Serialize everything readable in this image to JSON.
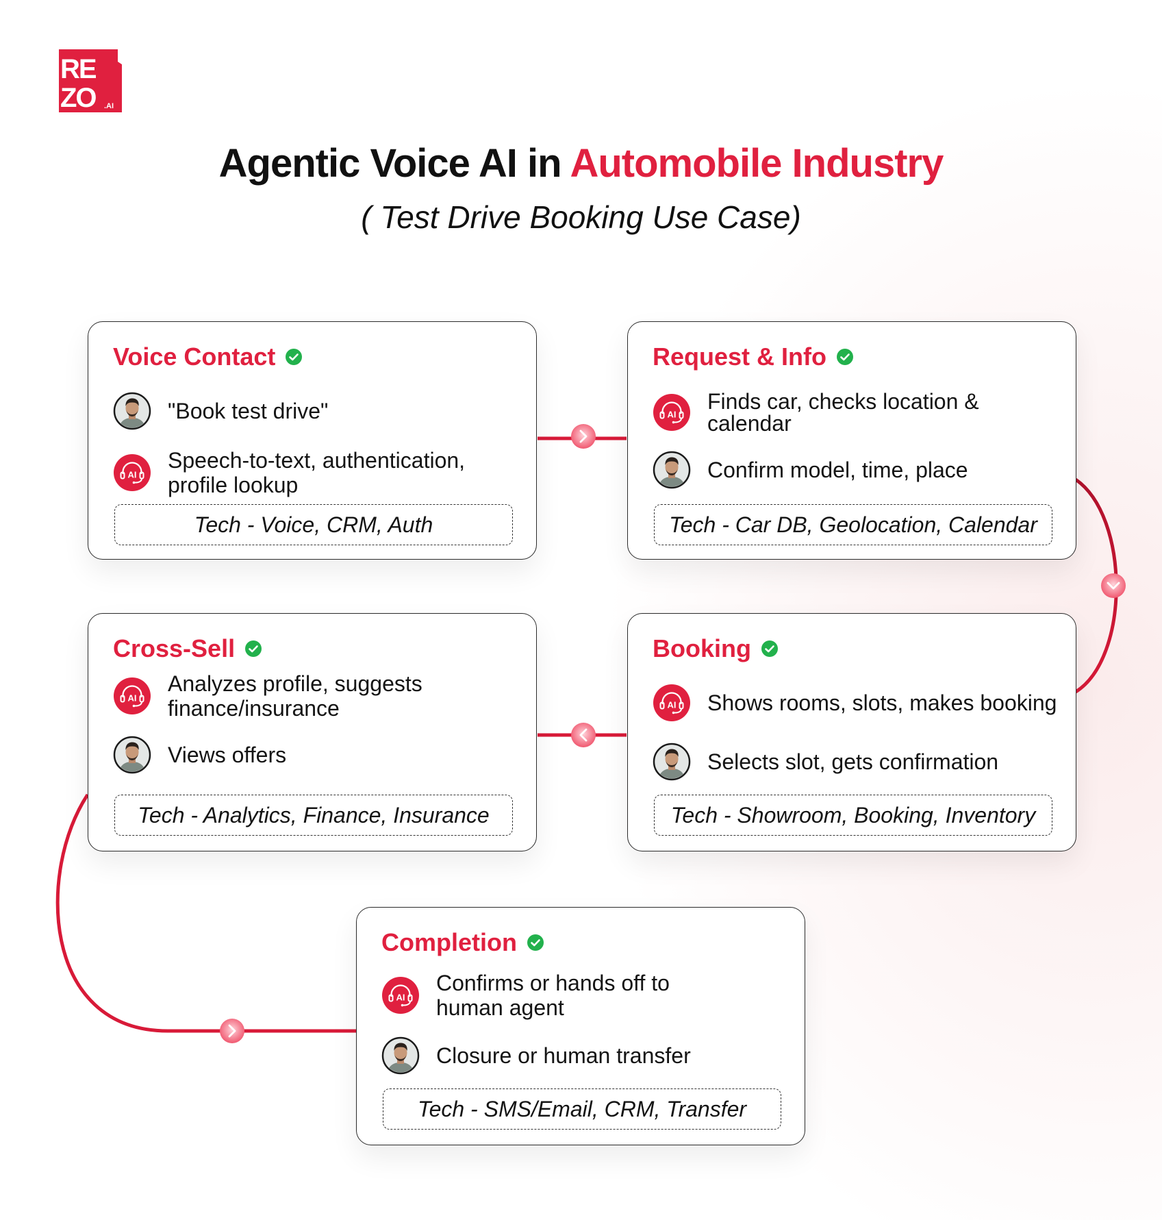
{
  "brand": {
    "logo_line1": "RE",
    "logo_line2": "ZO",
    "logo_suffix": ".AI",
    "color": "#e0203f"
  },
  "header": {
    "title_part1": "Agentic Voice AI in ",
    "title_accent": "Automobile Industry",
    "subtitle": "( Test Drive Booking Use Case)"
  },
  "icons": {
    "user": "user-avatar-icon",
    "ai": "ai-headset-icon",
    "status": "green-check-icon",
    "flow": "chevron-arrow-icon"
  },
  "colors": {
    "accent": "#e0203f",
    "check": "#22b14c",
    "border": "#2b2b2b"
  },
  "cards": {
    "voice_contact": {
      "title": "Voice Contact",
      "row1": "\"Book test drive\"",
      "row2": "Speech-to-text, authentication, profile lookup",
      "tech": "Tech - Voice, CRM, Auth"
    },
    "request_info": {
      "title": "Request & Info",
      "row1": "Finds car, checks location & calendar",
      "row2": "Confirm model, time, place",
      "tech": "Tech - Car DB, Geolocation, Calendar"
    },
    "cross_sell": {
      "title": "Cross-Sell",
      "row1": "Analyzes profile, suggests finance/insurance",
      "row2": "Views offers",
      "tech": "Tech - Analytics, Finance, Insurance"
    },
    "booking": {
      "title": "Booking",
      "row1": "Shows rooms, slots, makes booking",
      "row2": "Selects slot, gets confirmation",
      "tech": "Tech - Showroom, Booking, Inventory"
    },
    "completion": {
      "title": "Completion",
      "row1": "Confirms or hands off to human agent",
      "row2": "Closure or human transfer",
      "tech": "Tech -  SMS/Email, CRM, Transfer"
    }
  }
}
